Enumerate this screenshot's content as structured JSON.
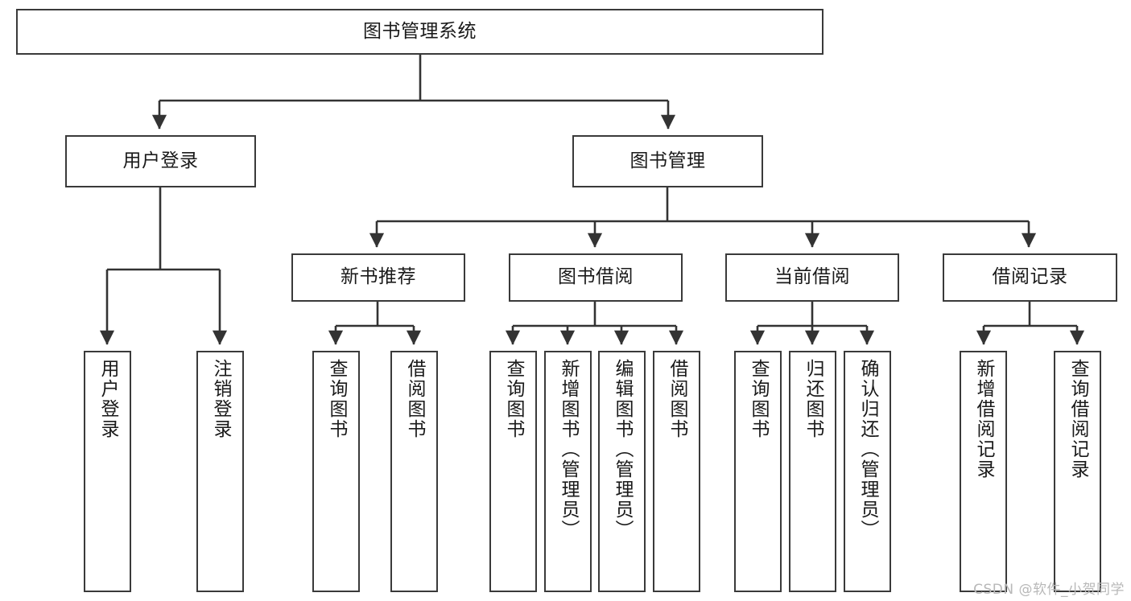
{
  "diagram": {
    "type": "tree",
    "title": "图书管理系统",
    "orientation": "top-down",
    "colors": {
      "box_border": "#3a3a3a",
      "box_fill": "#ffffff",
      "connector": "#333333",
      "text": "#1a1a1a",
      "watermark": "#b8b8b8",
      "background": "#ffffff"
    },
    "root": {
      "label": "图书管理系统"
    },
    "level2": [
      {
        "label": "用户登录"
      },
      {
        "label": "图书管理"
      }
    ],
    "level3": [
      {
        "label": "新书推荐"
      },
      {
        "label": "图书借阅"
      },
      {
        "label": "当前借阅"
      },
      {
        "label": "借阅记录"
      }
    ],
    "leaves": {
      "user_login": [
        {
          "label": "用户登录"
        },
        {
          "label": "注销登录"
        }
      ],
      "new_book_recommend": [
        {
          "label": "查询图书"
        },
        {
          "label": "借阅图书"
        }
      ],
      "book_borrow": [
        {
          "label": "查询图书"
        },
        {
          "label": "新增图书（管理员）"
        },
        {
          "label": "编辑图书（管理员）"
        },
        {
          "label": "借阅图书"
        }
      ],
      "current_borrow": [
        {
          "label": "查询图书"
        },
        {
          "label": "归还图书"
        },
        {
          "label": "确认归还（管理员）"
        }
      ],
      "borrow_records": [
        {
          "label": "新增借阅记录"
        },
        {
          "label": "查询借阅记录"
        }
      ]
    }
  },
  "watermark": {
    "text": "CSDN @软件_小贺同学"
  }
}
